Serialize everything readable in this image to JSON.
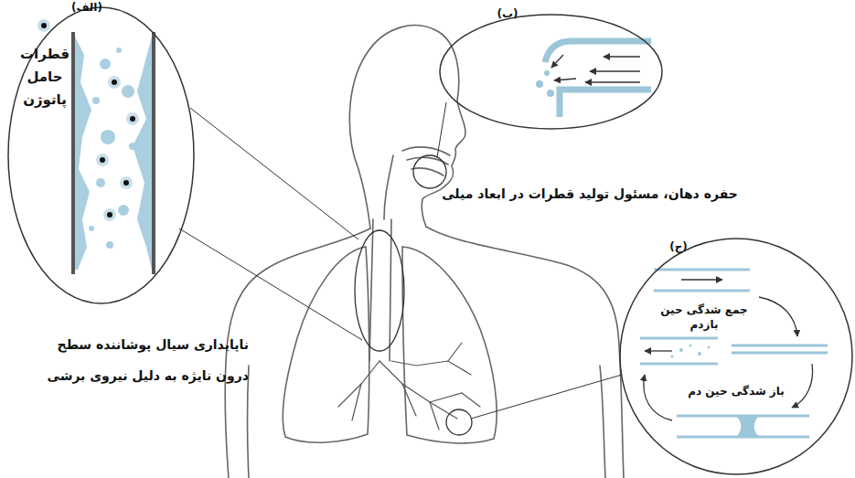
{
  "diagram": {
    "nodes": [
      {
        "text": [
          "(الف)",
          "قطرات حامل پاتوژن"
        ]
      },
      {
        "text": [
          "(ب)"
        ]
      },
      {
        "text": [
          "(ج)",
          "جمع شدگی حین بازدم",
          "باز شدگی حین دم"
        ]
      }
    ],
    "labels": [
      "حفره دهان، مسئول تولید قطرات در ابعاد میلی",
      "ناپایداری سیال پوشاننده سطح درون نایژه به دلیل نیروی برشی"
    ]
  }
}
